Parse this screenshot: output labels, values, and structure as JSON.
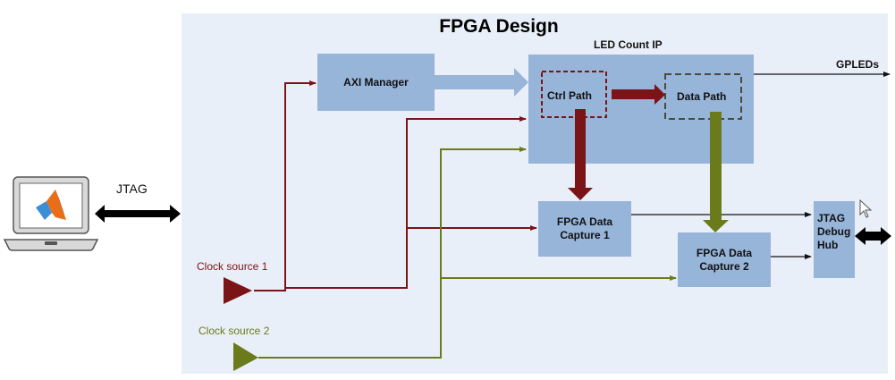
{
  "title": "FPGA Design",
  "host": {
    "link_label": "JTAG",
    "icon": "laptop-matlab-icon"
  },
  "blocks": {
    "axi_manager": "AXI Manager",
    "led_count_ip": "LED Count IP",
    "ctrl_path": "Ctrl Path",
    "data_path": "Data Path",
    "capture1": "FPGA Data Capture 1",
    "capture2": "FPGA Data Capture 2",
    "jtag_hub": "JTAG Debug Hub"
  },
  "outputs": {
    "gpleds": "GPLEDs"
  },
  "clocks": [
    {
      "label": "Clock source 1",
      "color": "#7b1416"
    },
    {
      "label": "Clock source 2",
      "color": "#6b7a1a"
    }
  ],
  "colors": {
    "block": "#97b4d9",
    "background": "#e9eff8",
    "ctrl": "#7b1416",
    "data": "#6b7a1a"
  }
}
